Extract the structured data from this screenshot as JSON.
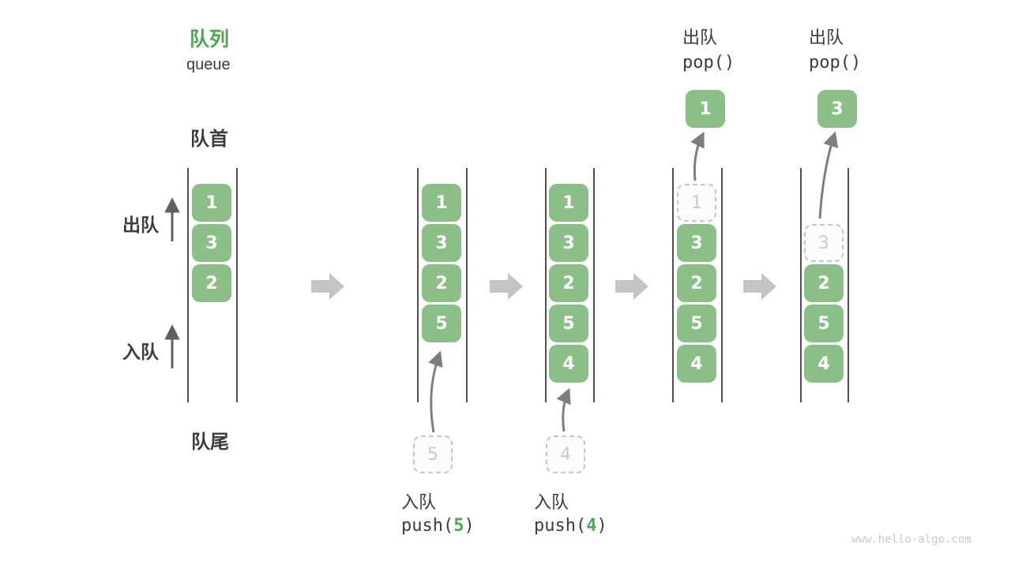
{
  "header": {
    "title_zh": "队列",
    "title_en": "queue"
  },
  "side_labels": {
    "front": "队首",
    "rear": "队尾",
    "dequeue": "出队",
    "enqueue": "入队"
  },
  "watermark": "www.hello-algo.com",
  "colors": {
    "accent_green": "#4CA653",
    "box_green": "#8CBF87",
    "text_dark": "#3C3C3C",
    "column_line": "#4F4F4F",
    "big_arrow_gray": "#C4C4C4",
    "thin_arrow_gray": "#606060",
    "curve_arrow_gray": "#7E7E7E",
    "dashed_border": "#C6C6C6",
    "dashed_bg": "#FBFBFB",
    "dashed_text": "#C9C9C9",
    "watermark_gray": "#C9C9C9"
  },
  "columns": [
    {
      "name": "state-initial",
      "slots": [
        {
          "row": 1,
          "type": "filled",
          "value": "1"
        },
        {
          "row": 2,
          "type": "filled",
          "value": "3"
        },
        {
          "row": 3,
          "type": "filled",
          "value": "2"
        }
      ]
    },
    {
      "name": "state-after-push-5",
      "slots": [
        {
          "row": 1,
          "type": "filled",
          "value": "1"
        },
        {
          "row": 2,
          "type": "filled",
          "value": "3"
        },
        {
          "row": 3,
          "type": "filled",
          "value": "2"
        },
        {
          "row": 4,
          "type": "filled",
          "value": "5"
        }
      ],
      "incoming": {
        "value": "5"
      },
      "op_bottom": {
        "label": "入队",
        "code_prefix": "push(",
        "code_value": "5",
        "code_suffix": ")"
      }
    },
    {
      "name": "state-after-push-4",
      "slots": [
        {
          "row": 1,
          "type": "filled",
          "value": "1"
        },
        {
          "row": 2,
          "type": "filled",
          "value": "3"
        },
        {
          "row": 3,
          "type": "filled",
          "value": "2"
        },
        {
          "row": 4,
          "type": "filled",
          "value": "5"
        },
        {
          "row": 5,
          "type": "filled",
          "value": "4"
        }
      ],
      "incoming": {
        "value": "4"
      },
      "op_bottom": {
        "label": "入队",
        "code_prefix": "push(",
        "code_value": "4",
        "code_suffix": ")"
      }
    },
    {
      "name": "state-after-pop-1",
      "slots": [
        {
          "row": 1,
          "type": "dashed",
          "value": "1"
        },
        {
          "row": 2,
          "type": "filled",
          "value": "3"
        },
        {
          "row": 3,
          "type": "filled",
          "value": "2"
        },
        {
          "row": 4,
          "type": "filled",
          "value": "5"
        },
        {
          "row": 5,
          "type": "filled",
          "value": "4"
        }
      ],
      "popped": {
        "value": "1"
      },
      "op_top": {
        "label": "出队",
        "code": "pop()"
      }
    },
    {
      "name": "state-after-pop-3",
      "slots": [
        {
          "row": 2,
          "type": "dashed",
          "value": "3"
        },
        {
          "row": 3,
          "type": "filled",
          "value": "2"
        },
        {
          "row": 4,
          "type": "filled",
          "value": "5"
        },
        {
          "row": 5,
          "type": "filled",
          "value": "4"
        }
      ],
      "popped": {
        "value": "3"
      },
      "op_top": {
        "label": "出队",
        "code": "pop()"
      }
    }
  ]
}
